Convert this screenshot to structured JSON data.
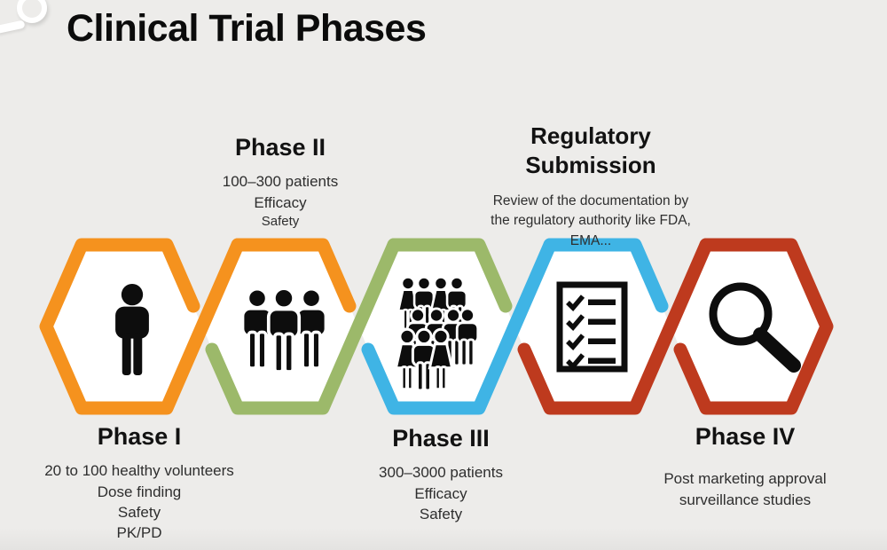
{
  "slide": {
    "title": "Clinical Trial Phases",
    "background": "#EDECEA"
  },
  "colors": {
    "orange": "#F5921E",
    "green": "#9CB96A",
    "blue": "#3FB4E5",
    "red": "#BE3A1E",
    "icon": "#0D0D0D"
  },
  "phases": [
    {
      "label": "Phase I",
      "icon": "person-icon",
      "hex_top_color": "orange",
      "hex_bottom_color": "orange",
      "details": [
        "20 to 100 healthy volunteers",
        "Dose finding",
        "Safety",
        "PK/PD"
      ]
    },
    {
      "label": "Phase II",
      "icon": "three-people-icon",
      "hex_top_color": "orange",
      "hex_bottom_color": "green",
      "details": [
        "100–300 patients",
        "Efficacy",
        "Safety"
      ]
    },
    {
      "label": "Phase III",
      "icon": "crowd-icon",
      "hex_top_color": "green",
      "hex_bottom_color": "blue",
      "details": [
        "300–3000 patients",
        "Efficacy",
        "Safety"
      ]
    },
    {
      "label": "Regulatory Submission",
      "icon": "checklist-icon",
      "hex_top_color": "blue",
      "hex_bottom_color": "red",
      "details": [
        "Review of the documentation by",
        "the regulatory authority like FDA,",
        "EMA..."
      ]
    },
    {
      "label": "Phase IV",
      "icon": "magnifier-icon",
      "hex_top_color": "red",
      "hex_bottom_color": "red",
      "details": [
        "Post marketing approval",
        "surveillance studies"
      ]
    }
  ]
}
